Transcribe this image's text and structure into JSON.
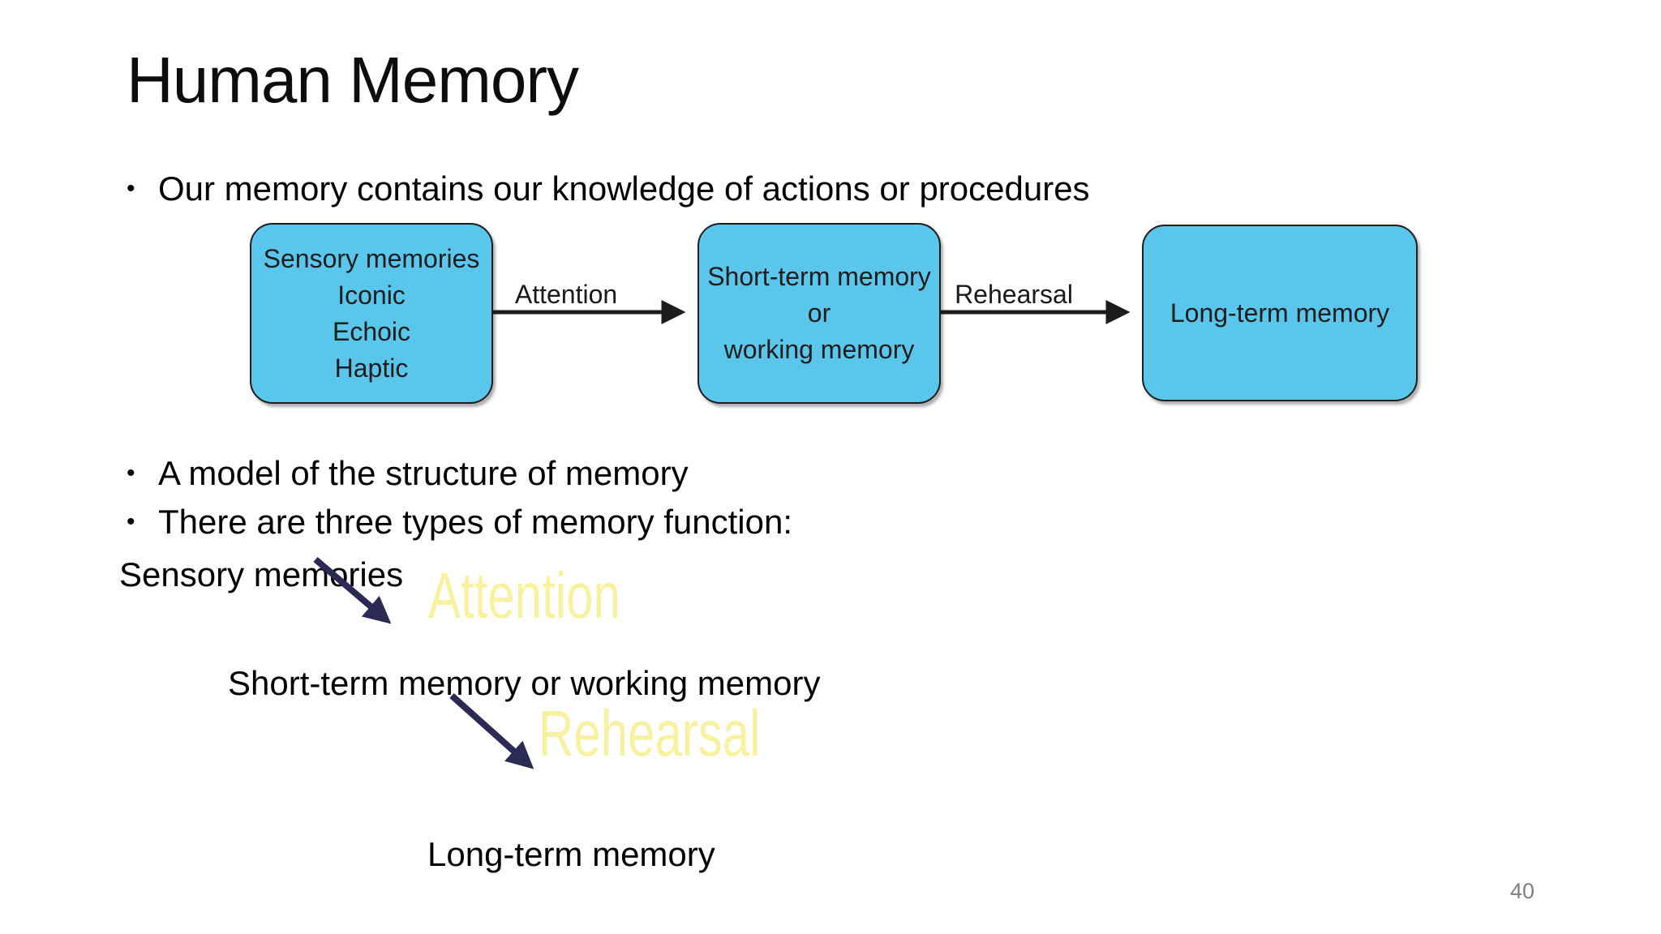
{
  "slide": {
    "title": "Human Memory",
    "bullet_1": "Our memory contains our knowledge of actions or procedures",
    "bullet_2": "A model of the structure of memory",
    "bullet_3": "There are three types of memory function:",
    "line_sensory": "Sensory memories",
    "line_short_term": "Short-term memory or working memory",
    "line_long_term": "Long-term memory",
    "page_number": "40"
  },
  "diagram": {
    "box_sensory": {
      "line1": "Sensory memories",
      "line2": "Iconic",
      "line3": "Echoic",
      "line4": "Haptic"
    },
    "box_short": {
      "line1": "Short-term memory",
      "line2": "or",
      "line3": "working memory"
    },
    "box_long": {
      "line1": "Long-term memory"
    },
    "arrow_attention_label": "Attention",
    "arrow_rehearsal_label": "Rehearsal"
  },
  "overlay": {
    "attention_label": "Attention",
    "rehearsal_label": "Rehearsal"
  },
  "colors": {
    "box_fill": "#5BC6EC",
    "box_border": "#1E1E1E",
    "diagram_arrow": "#1C1C1C",
    "overlay_arrow_navy": "#2C2A55",
    "overlay_yellow": "#F8F2A0",
    "page_number_gray": "#7F7F7F"
  }
}
